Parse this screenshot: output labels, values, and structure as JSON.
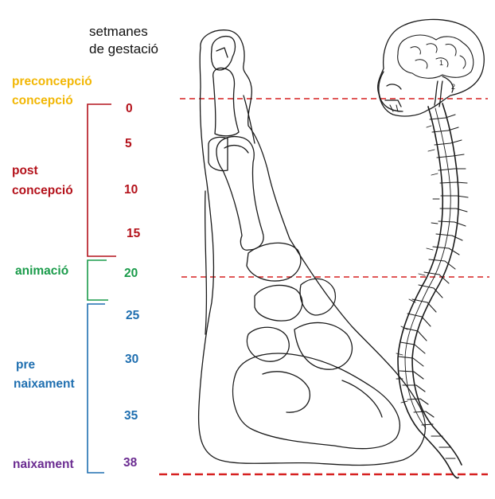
{
  "header": {
    "line1": "setmanes",
    "line2": "de gestació"
  },
  "stages": {
    "preconception": {
      "line1": "preconcepció",
      "line2": "concepció",
      "color": "#f2b705"
    },
    "post_conception": {
      "line1": "post",
      "line2": "concepció",
      "color": "#b4121b"
    },
    "animation": {
      "label": "animació",
      "color": "#1a9b4a"
    },
    "pre_birth": {
      "line1": "pre",
      "line2": "naixament",
      "color": "#1f6fb0"
    },
    "birth": {
      "label": "naixament",
      "color": "#6b2c91"
    }
  },
  "weeks": [
    "0",
    "5",
    "10",
    "15",
    "20",
    "25",
    "30",
    "35",
    "38"
  ],
  "colors": {
    "marker_line": "#d62020",
    "drawing_stroke": "#1a1a1a"
  }
}
